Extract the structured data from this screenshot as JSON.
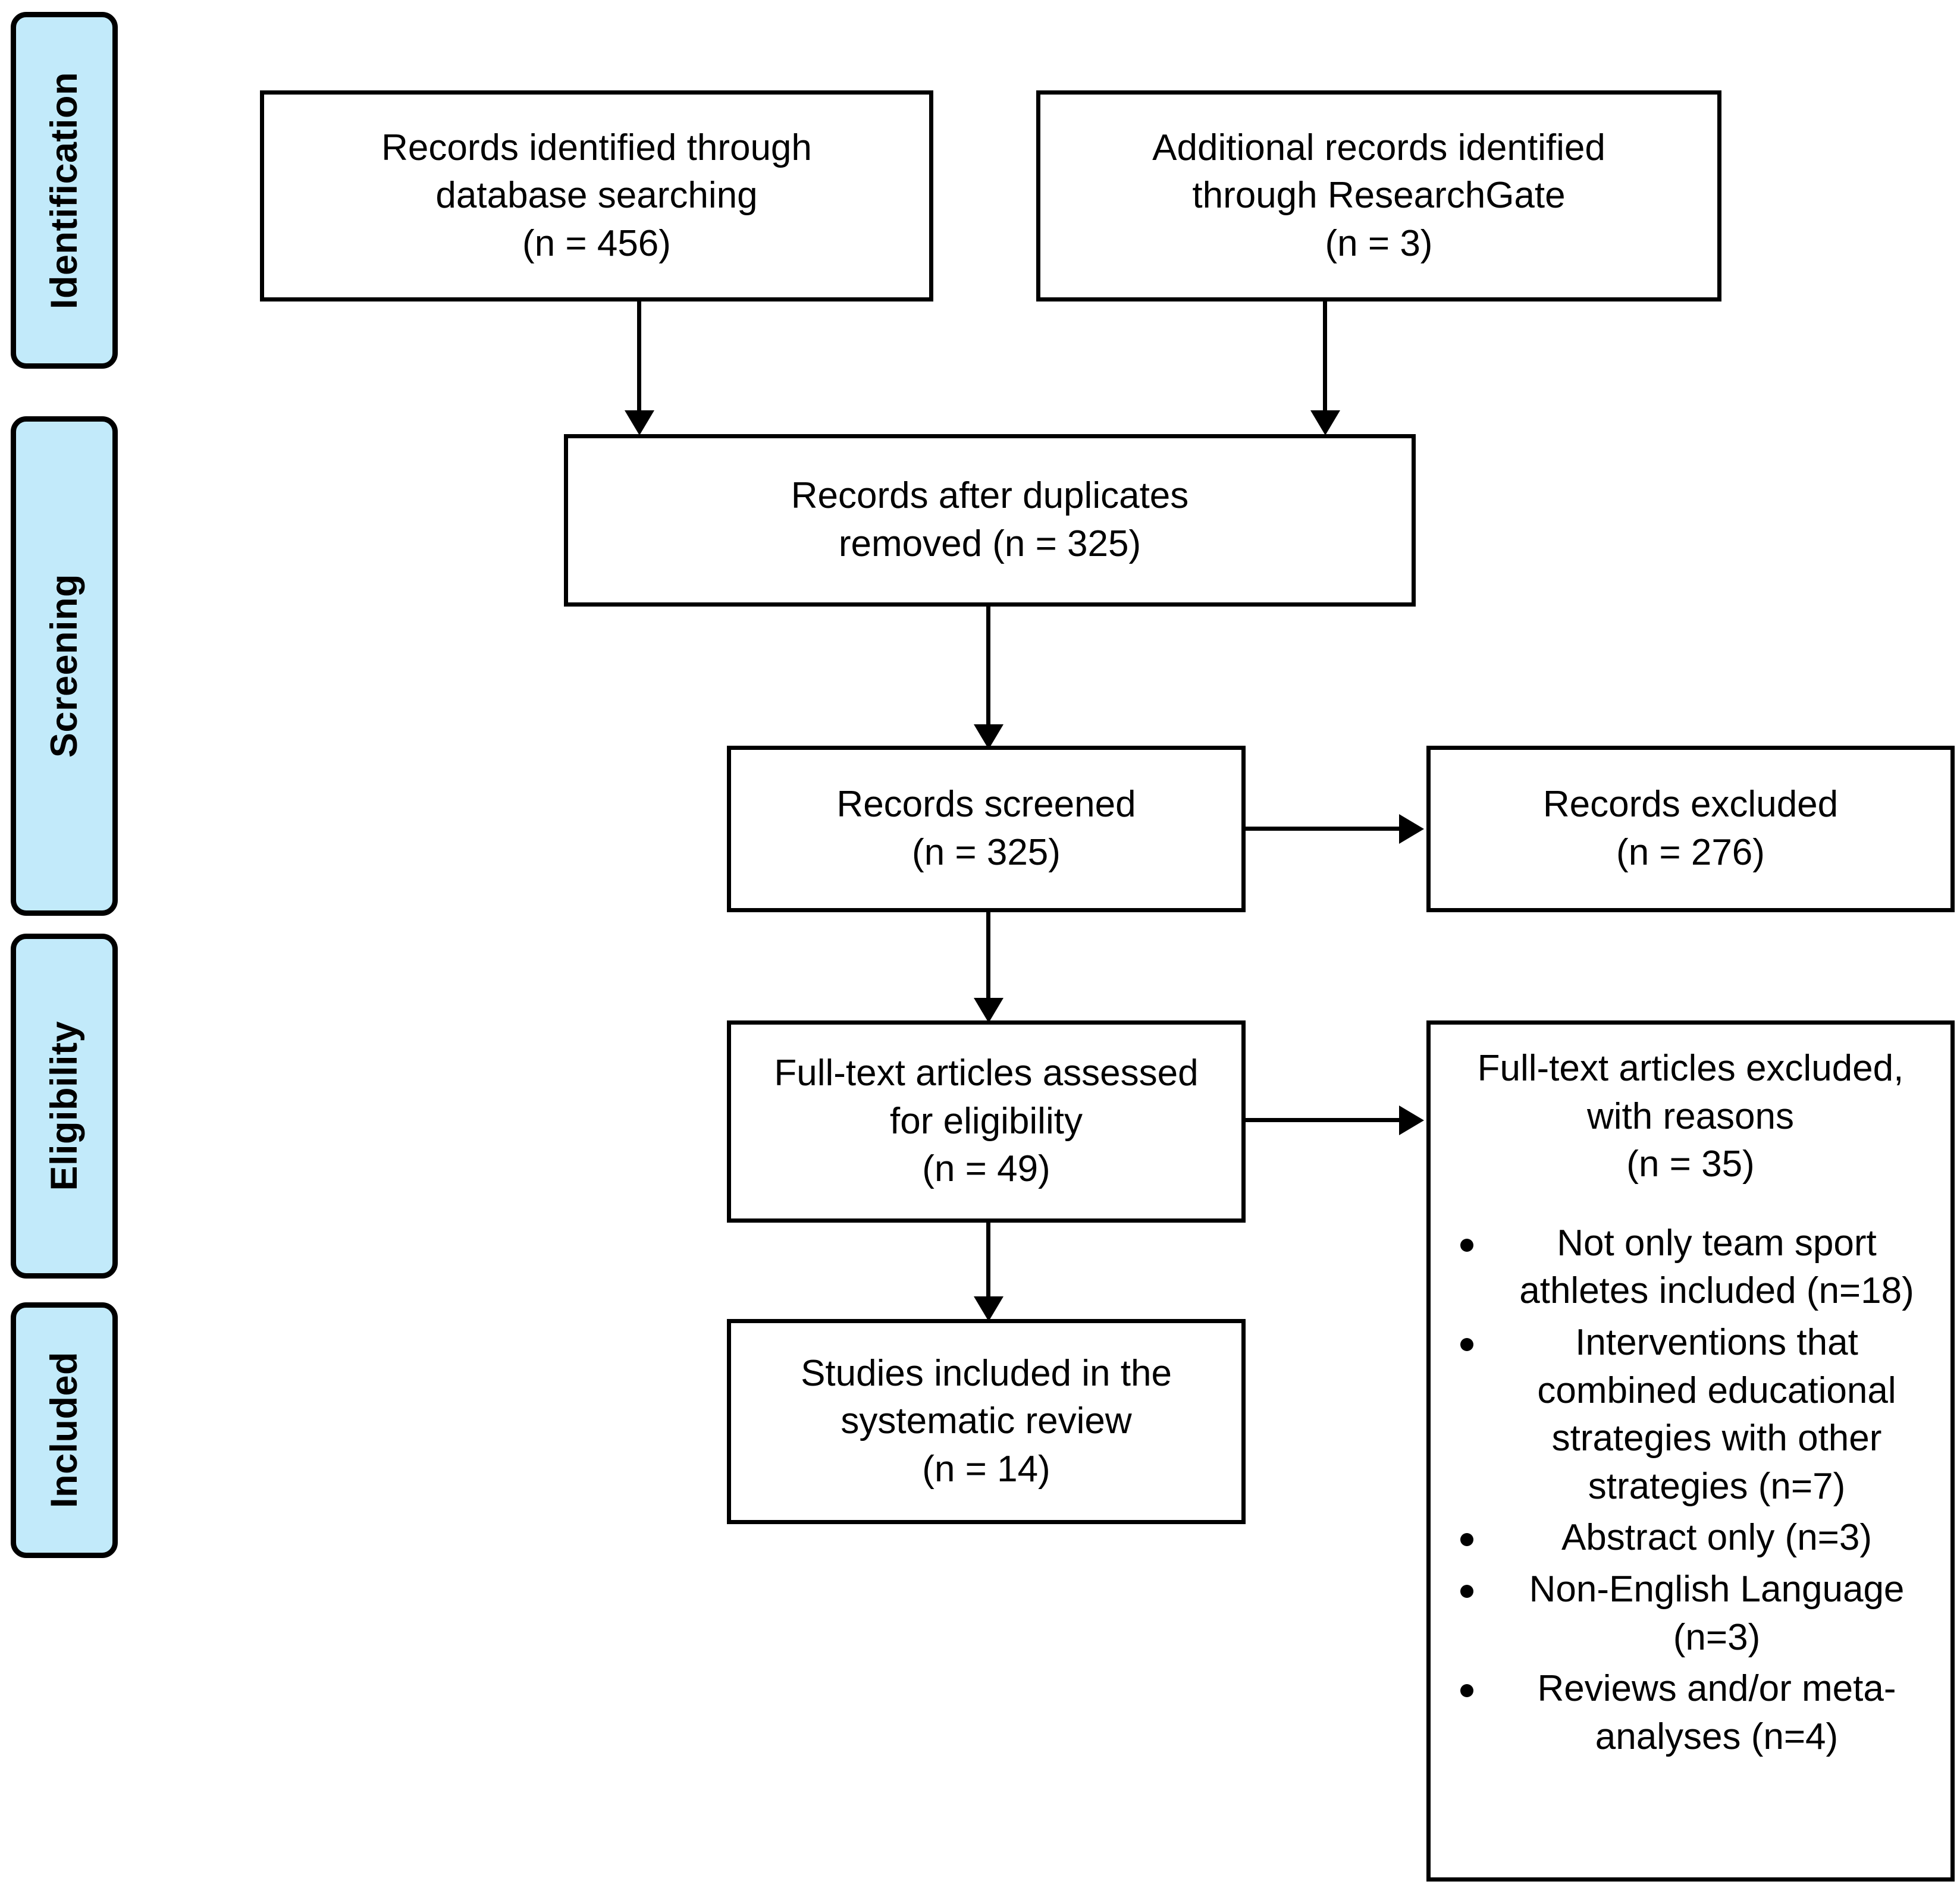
{
  "stages": [
    {
      "label": "Identification"
    },
    {
      "label": "Screening"
    },
    {
      "label": "Eligibility"
    },
    {
      "label": "Included"
    }
  ],
  "boxes": {
    "db_search": {
      "line1": "Records identified through",
      "line2": "database searching",
      "line3": "(n = 456)"
    },
    "additional": {
      "line1": "Additional records identified",
      "line2": "through ResearchGate",
      "line3": "(n = 3)"
    },
    "after_duplicates": {
      "line1": "Records after duplicates",
      "line2": "removed (n = 325)"
    },
    "records_screened": {
      "line1": "Records screened",
      "line2": "(n = 325)"
    },
    "records_excluded": {
      "line1": "Records excluded",
      "line2": "(n = 276)"
    },
    "fulltext_assessed": {
      "line1": "Full-text articles assessed",
      "line2": "for eligibility",
      "line3": "(n = 49)"
    },
    "studies_included": {
      "line1": "Studies included in the",
      "line2": "systematic review",
      "line3": "(n = 14)"
    },
    "fulltext_excluded": {
      "line1": "Full-text articles excluded,",
      "line2": "with reasons",
      "line3": "(n = 35)",
      "reasons": [
        "Not only team sport athletes included (n=18)",
        "Interventions that combined educational strategies with other strategies (n=7)",
        "Abstract only (n=3)",
        "Non-English Language (n=3)",
        "Reviews and/or meta-analyses (n=4)"
      ]
    }
  },
  "colors": {
    "stage_fill": "#C2EAFA",
    "stroke": "#000000",
    "box_fill": "#FFFFFF"
  }
}
